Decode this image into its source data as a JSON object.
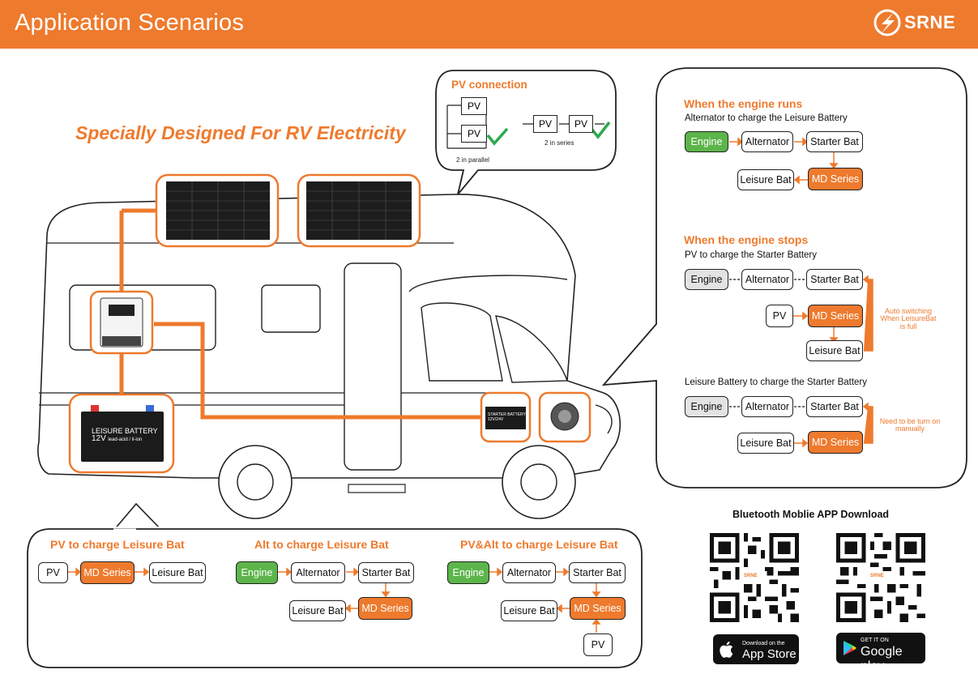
{
  "header": {
    "title": "Application Scenarios",
    "brand": "SRNE"
  },
  "tagline": "Specially Designed For RV Electricity",
  "pv_connection": {
    "title": "PV connection",
    "pv_label": "PV",
    "parallel_caption": "2 in parallel",
    "series_caption": "2 in series"
  },
  "rv": {
    "leisure_battery": {
      "line1": "LEISURE BATTERY",
      "line2": "12V",
      "line3": "lead-acid / li-ion"
    },
    "starter_battery": {
      "line1": "STARTER BATTERY",
      "line2": "12V/24V"
    }
  },
  "engine_runs": {
    "title": "When the engine runs",
    "subtitle": "Alternator to charge the Leisure Battery",
    "engine": "Engine",
    "alternator": "Alternator",
    "starter": "Starter Bat",
    "leisure": "Leisure Bat",
    "md": "MD Series"
  },
  "engine_stops": {
    "title": "When the engine stops",
    "subtitle1": "PV to charge the Starter Battery",
    "engine": "Engine",
    "alternator": "Alternator",
    "starter": "Starter Bat",
    "pv": "PV",
    "md": "MD Series",
    "leisure": "Leisure Bat",
    "note1_l1": "Auto switching",
    "note1_l2": "When LeisureBat",
    "note1_l3": "is full",
    "subtitle2": "Leisure Battery to charge the Starter Battery",
    "engine2": "Engine",
    "alternator2": "Alternator",
    "starter2": "Starter Bat",
    "leisure2": "Leisure Bat",
    "md2": "MD Series",
    "note2_l1": "Need to be turn on",
    "note2_l2": "manually"
  },
  "bottom": {
    "s1": {
      "title": "PV to charge Leisure Bat",
      "pv": "PV",
      "md": "MD Series",
      "leisure": "Leisure Bat"
    },
    "s2": {
      "title": "Alt to charge Leisure Bat",
      "engine": "Engine",
      "alternator": "Alternator",
      "starter": "Starter Bat",
      "leisure": "Leisure Bat",
      "md": "MD Series"
    },
    "s3": {
      "title": "PV&Alt to charge Leisure Bat",
      "engine": "Engine",
      "alternator": "Alternator",
      "starter": "Starter Bat",
      "leisure": "Leisure Bat",
      "md": "MD Series",
      "pv": "PV"
    }
  },
  "app": {
    "title": "Bluetooth Moblie APP Download",
    "qr_logo": "SRNE",
    "appstore_small": "Download on the",
    "appstore_big": "App Store",
    "gplay_small": "GET IT ON",
    "gplay_big": "Google play"
  },
  "colors": {
    "accent": "#ee7a2d",
    "green": "#5cb54a",
    "check": "#2fa84f"
  }
}
